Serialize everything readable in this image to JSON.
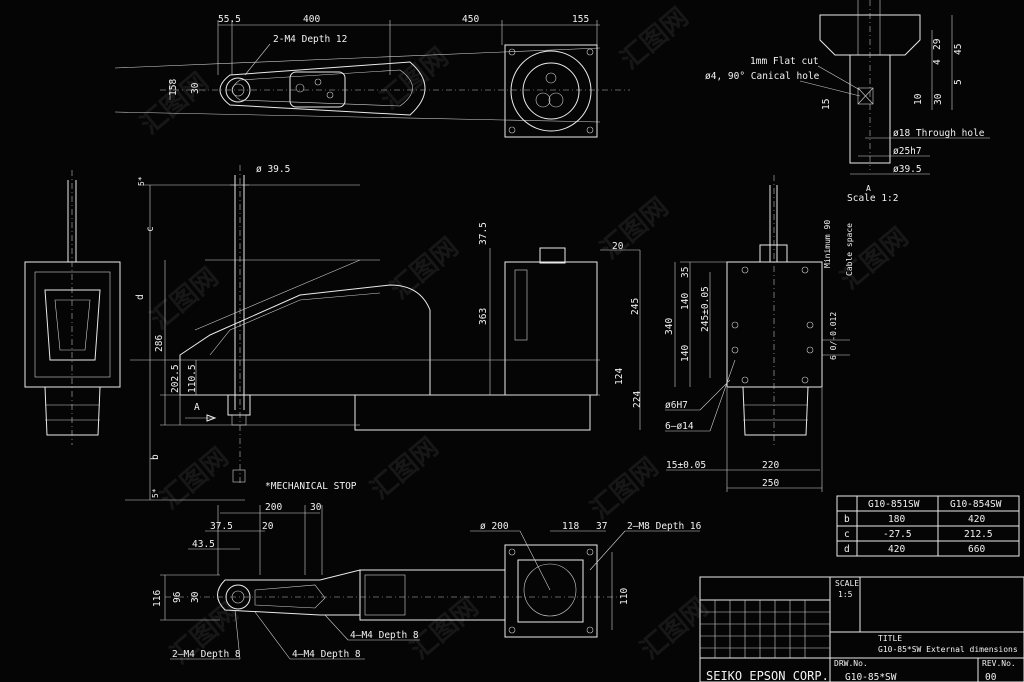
{
  "drawing": {
    "top_view_dims": {
      "d1": "55.5",
      "d2": "400",
      "d3": "450",
      "d4": "155",
      "d5": "158",
      "d6": "30"
    },
    "top_notes": {
      "n1": "2-M4 Depth 12"
    },
    "detail_a": {
      "flat_cut": "1mm Flat cut",
      "conical": "ø4, 90° Canical hole",
      "through": "ø18 Through hole",
      "h7": "ø25h7",
      "d395": "ø39.5",
      "dim_29": "29",
      "dim_45": "45",
      "dim_4": "4",
      "dim_5": "5",
      "dim_15": "15",
      "dim_10": "10",
      "dim_30": "30",
      "scale_title": "A",
      "scale_label": "Scale  1:2"
    },
    "side_view": {
      "d395": "ø 39.5",
      "c": "c",
      "d": "d",
      "b": "b",
      "s1": "5*",
      "s2": "5*",
      "d286": "286",
      "d2025": "202.5",
      "d1105": "110.5",
      "d375": "37.5",
      "d363": "363",
      "d20": "20",
      "d245": "245",
      "d124": "124",
      "d224": "224",
      "arrow_a": "A",
      "mech_stop": "*MECHANICAL STOP"
    },
    "back_view": {
      "d35": "35",
      "d140a": "140",
      "d245_05": "245±0.05",
      "d140b": "140",
      "d340": "340",
      "min_cable": "Minimum 90",
      "cable_space": "Cable space",
      "d6h7": "ø6H7",
      "d6_14": "6–ø14",
      "d15_05": "15±0.05",
      "d220": "220",
      "d250": "250",
      "small": "6 0/-0.012"
    },
    "bottom_view": {
      "d200": "200",
      "d30": "30",
      "d375": "37.5",
      "d20": "20",
      "d435": "43.5",
      "d116": "116",
      "d96": "96",
      "d30b": "30",
      "phi200": "ø 200",
      "d118": "118",
      "d37": "37",
      "m8": "2–M8 Depth 16",
      "d110": "110",
      "m4a": "4–M4 Depth 8",
      "m4b": "2–M4 Depth 8",
      "m4c": "4–M4 Depth 8"
    },
    "table": {
      "headers": [
        "",
        "G10-851SW",
        "G10-854SW"
      ],
      "rows": [
        [
          "b",
          "180",
          "420"
        ],
        [
          "c",
          "-27.5",
          "212.5"
        ],
        [
          "d",
          "420",
          "660"
        ]
      ]
    },
    "title_block": {
      "scale_label": "SCALE",
      "scale_value": "1:5",
      "title_label": "TITLE",
      "title_value": "G10-85*SW External dimensions",
      "drw_label": "DRW.No.",
      "drw_value": "G10-85*SW",
      "rev_label": "REV.No.",
      "rev_value": "00",
      "company": "SEIKO EPSON CORP."
    },
    "watermark": "汇图网"
  }
}
